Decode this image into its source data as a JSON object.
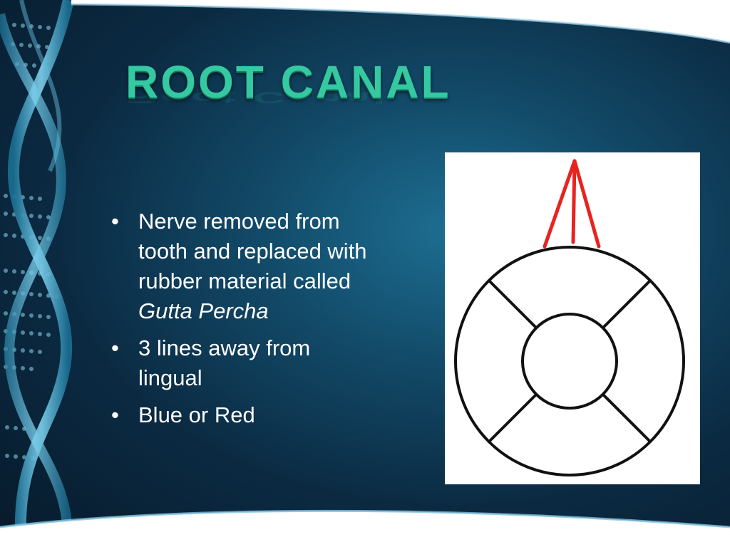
{
  "slide": {
    "title": "Root Canal",
    "bullet_marker": "•",
    "bullets": [
      {
        "text": "Nerve removed from tooth and replaced with rubber material called ",
        "italic": "Gutta Percha"
      },
      {
        "text": "3 lines away from lingual",
        "italic": ""
      },
      {
        "text": "Blue or Red",
        "italic": ""
      }
    ]
  },
  "colors": {
    "title": "#35c9a1",
    "text": "#ffffff",
    "marker_lines": "#e8231f",
    "diagram_stroke": "#111111"
  },
  "diagram": {
    "icon": "tooth-occlusal-chart-icon",
    "marker_line_count": 3
  }
}
